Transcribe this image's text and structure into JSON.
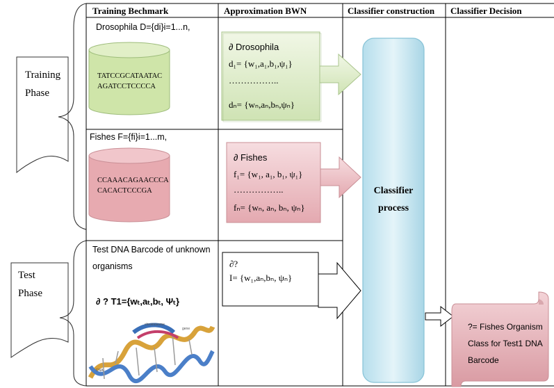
{
  "phases": {
    "training": [
      "Training",
      "Phase"
    ],
    "test": [
      "Test",
      "Phase"
    ]
  },
  "columns": {
    "benchmark": "Training Bechmark",
    "approximation": "Approximation BWN",
    "construction": "Classifier construction",
    "decision": "Classifier Decision"
  },
  "drosophila": {
    "header": "Drosophila D={di}i=1...n,",
    "sequence": [
      "TATCCGCATAATAC",
      "AGATCCTCCCCA"
    ],
    "box_title": "∂ Drosophila",
    "line1": "d₁= {w₁,a₁,b₁,ψ₁}",
    "dots": "……………..",
    "line2": "dₙ= {wₙ,aₙ,bₙ,ψₙ}"
  },
  "fishes": {
    "header": "Fishes F={fi}i=1...m,",
    "sequence": [
      "CCAAACAGAACCCA",
      "CACACTCCCGA"
    ],
    "box_title": "∂ Fishes",
    "line1": "f₁= {w₁, a₁, b₁, ψ₁}",
    "dots": "……………..",
    "line2": "fₙ= {wₙ, aₙ, bₙ, ψₙ}"
  },
  "test": {
    "header": [
      "Test  DNA  Barcode of unknown",
      "organisms"
    ],
    "formula": "∂ ? T1={wₜ,aₜ,bₜ, Ψₜ}",
    "dna_labels": [
      "chromosome",
      "gene",
      "DNA"
    ],
    "box_line1": "∂?",
    "box_line2": "I= {w₁,aₙ,bₙ, ψₙ}"
  },
  "classifier": {
    "label": [
      "Classifier",
      "process"
    ]
  },
  "result": {
    "lines": [
      "?= Fishes Organism",
      "Class for Test1 DNA",
      "Barcode"
    ]
  },
  "colors": {
    "green_fill": "#e3efd2",
    "green_border": "#a9c48c",
    "red_fill": "#efc7cb",
    "red_border": "#c98f96",
    "cyan_fill": "#c7e7f1",
    "cyan_border": "#86c2d6",
    "cyl_red": "#e7aab0",
    "cyl_green": "#cfe5a9"
  }
}
